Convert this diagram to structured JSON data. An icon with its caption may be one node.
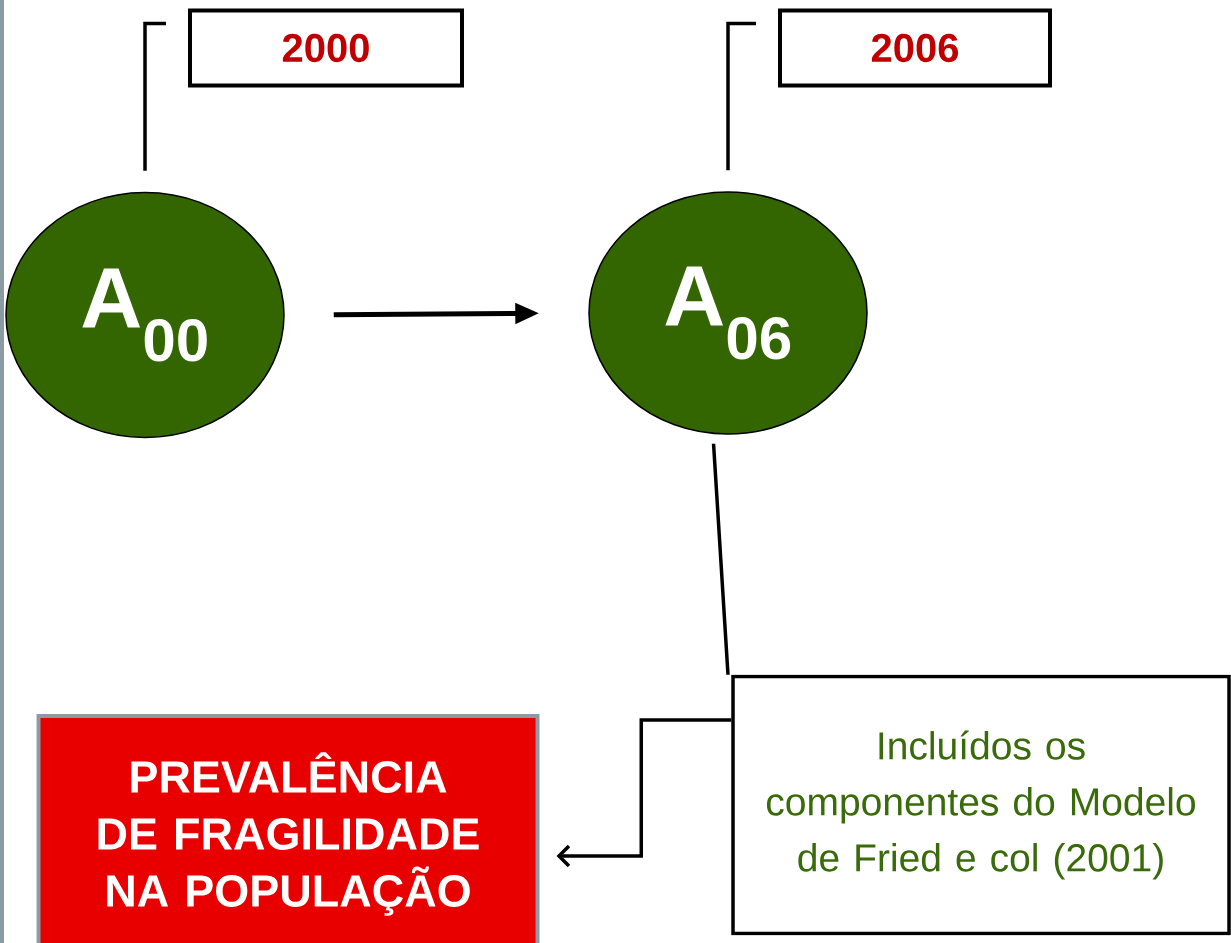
{
  "diagram": {
    "nodes": [
      {
        "text": [
          "2000"
        ]
      },
      {
        "text": [
          "2006"
        ]
      },
      {
        "text": [
          "A$_{00}$"
        ]
      },
      {
        "text": [
          "A$_{06}$"
        ]
      },
      {
        "text": [
          "PREVALÊNCIA DE FRAGILIDADE NA POPULAÇÃO"
        ]
      },
      {
        "text": [
          "Incluídos os componentes do Modelo de Fried e col (2001)"
        ]
      }
    ],
    "edges": [
      {
        "from": 2,
        "to": 0,
        "arrow": "none"
      },
      {
        "from": 3,
        "to": 1,
        "arrow": "none"
      },
      {
        "from": 2,
        "to": 3,
        "arrow": "to"
      },
      {
        "from": 3,
        "to": 5,
        "arrow": "none"
      },
      {
        "from": 5,
        "to": 4,
        "arrow": "to"
      }
    ]
  }
}
